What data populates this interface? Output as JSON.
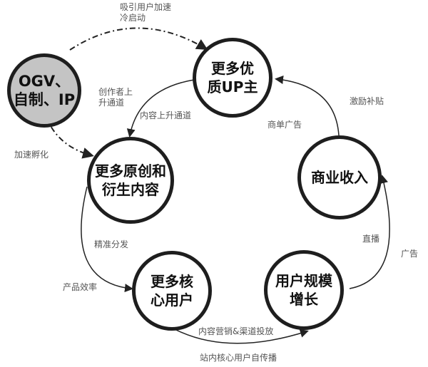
{
  "nodes": {
    "ogv": {
      "line1": "OGV、",
      "line2": "自制、IP"
    },
    "up": {
      "line1": "更多优",
      "line2": "质UP主"
    },
    "content": {
      "line1": "更多原创和",
      "line2": "衍生内容"
    },
    "revenue": {
      "line1": "商业收入"
    },
    "core_users": {
      "line1": "更多核",
      "line2": "心用户"
    },
    "user_growth": {
      "line1": "用户规模",
      "line2": "增长"
    }
  },
  "labels": {
    "cold_start_1": "吸引用户加速",
    "cold_start_2": "冷启动",
    "creator_1": "创作者上",
    "creator_2": "升通道",
    "content_channel": "内容上升通道",
    "incubate": "加速孵化",
    "incentive": "激励补贴",
    "commercial_ads": "商单广告",
    "distribution": "精准分发",
    "efficiency": "产品效率",
    "marketing": "内容营销&渠道投放",
    "self_spread": "站内核心用户自传播",
    "live": "直播",
    "ads": "广告"
  },
  "colors": {
    "ogv_fill": "#c4c4c4",
    "stroke": "#1e1e1e"
  }
}
